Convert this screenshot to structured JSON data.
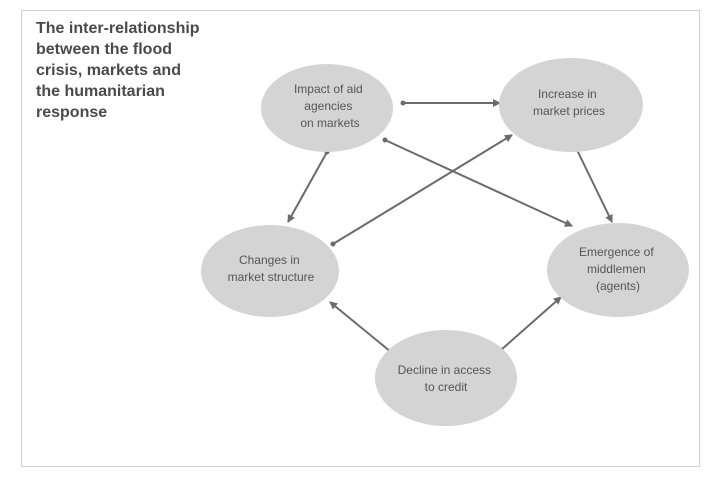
{
  "title": {
    "lines": [
      "The inter-relationship",
      "between the flood",
      "crisis, markets and",
      "the humanitarian",
      "response"
    ]
  },
  "nodes": [
    {
      "id": "aid",
      "lines": [
        "Impact of aid",
        "agencies",
        "on markets"
      ]
    },
    {
      "id": "prices",
      "lines": [
        "Increase in",
        "market prices"
      ]
    },
    {
      "id": "structure",
      "lines": [
        "Changes in",
        "market structure"
      ]
    },
    {
      "id": "middlemen",
      "lines": [
        "Emergence of",
        "middlemen",
        "(agents)"
      ]
    },
    {
      "id": "credit",
      "lines": [
        "Decline in access",
        "to credit"
      ]
    }
  ],
  "edges": [
    {
      "from": "aid",
      "to": "prices",
      "direction": "forward"
    },
    {
      "from": "aid",
      "to": "structure",
      "direction": "forward"
    },
    {
      "from": "aid",
      "to": "middlemen",
      "direction": "forward"
    },
    {
      "from": "structure",
      "to": "prices",
      "direction": "forward"
    },
    {
      "from": "prices",
      "to": "middlemen",
      "direction": "both"
    },
    {
      "from": "credit",
      "to": "structure",
      "direction": "forward"
    },
    {
      "from": "credit",
      "to": "middlemen",
      "direction": "forward"
    }
  ],
  "colors": {
    "node_fill": "#d4d4d4",
    "arrow": "#6b6b6b",
    "text": "#555555",
    "title": "#4a4a4a",
    "frame": "#cfcfcf"
  }
}
